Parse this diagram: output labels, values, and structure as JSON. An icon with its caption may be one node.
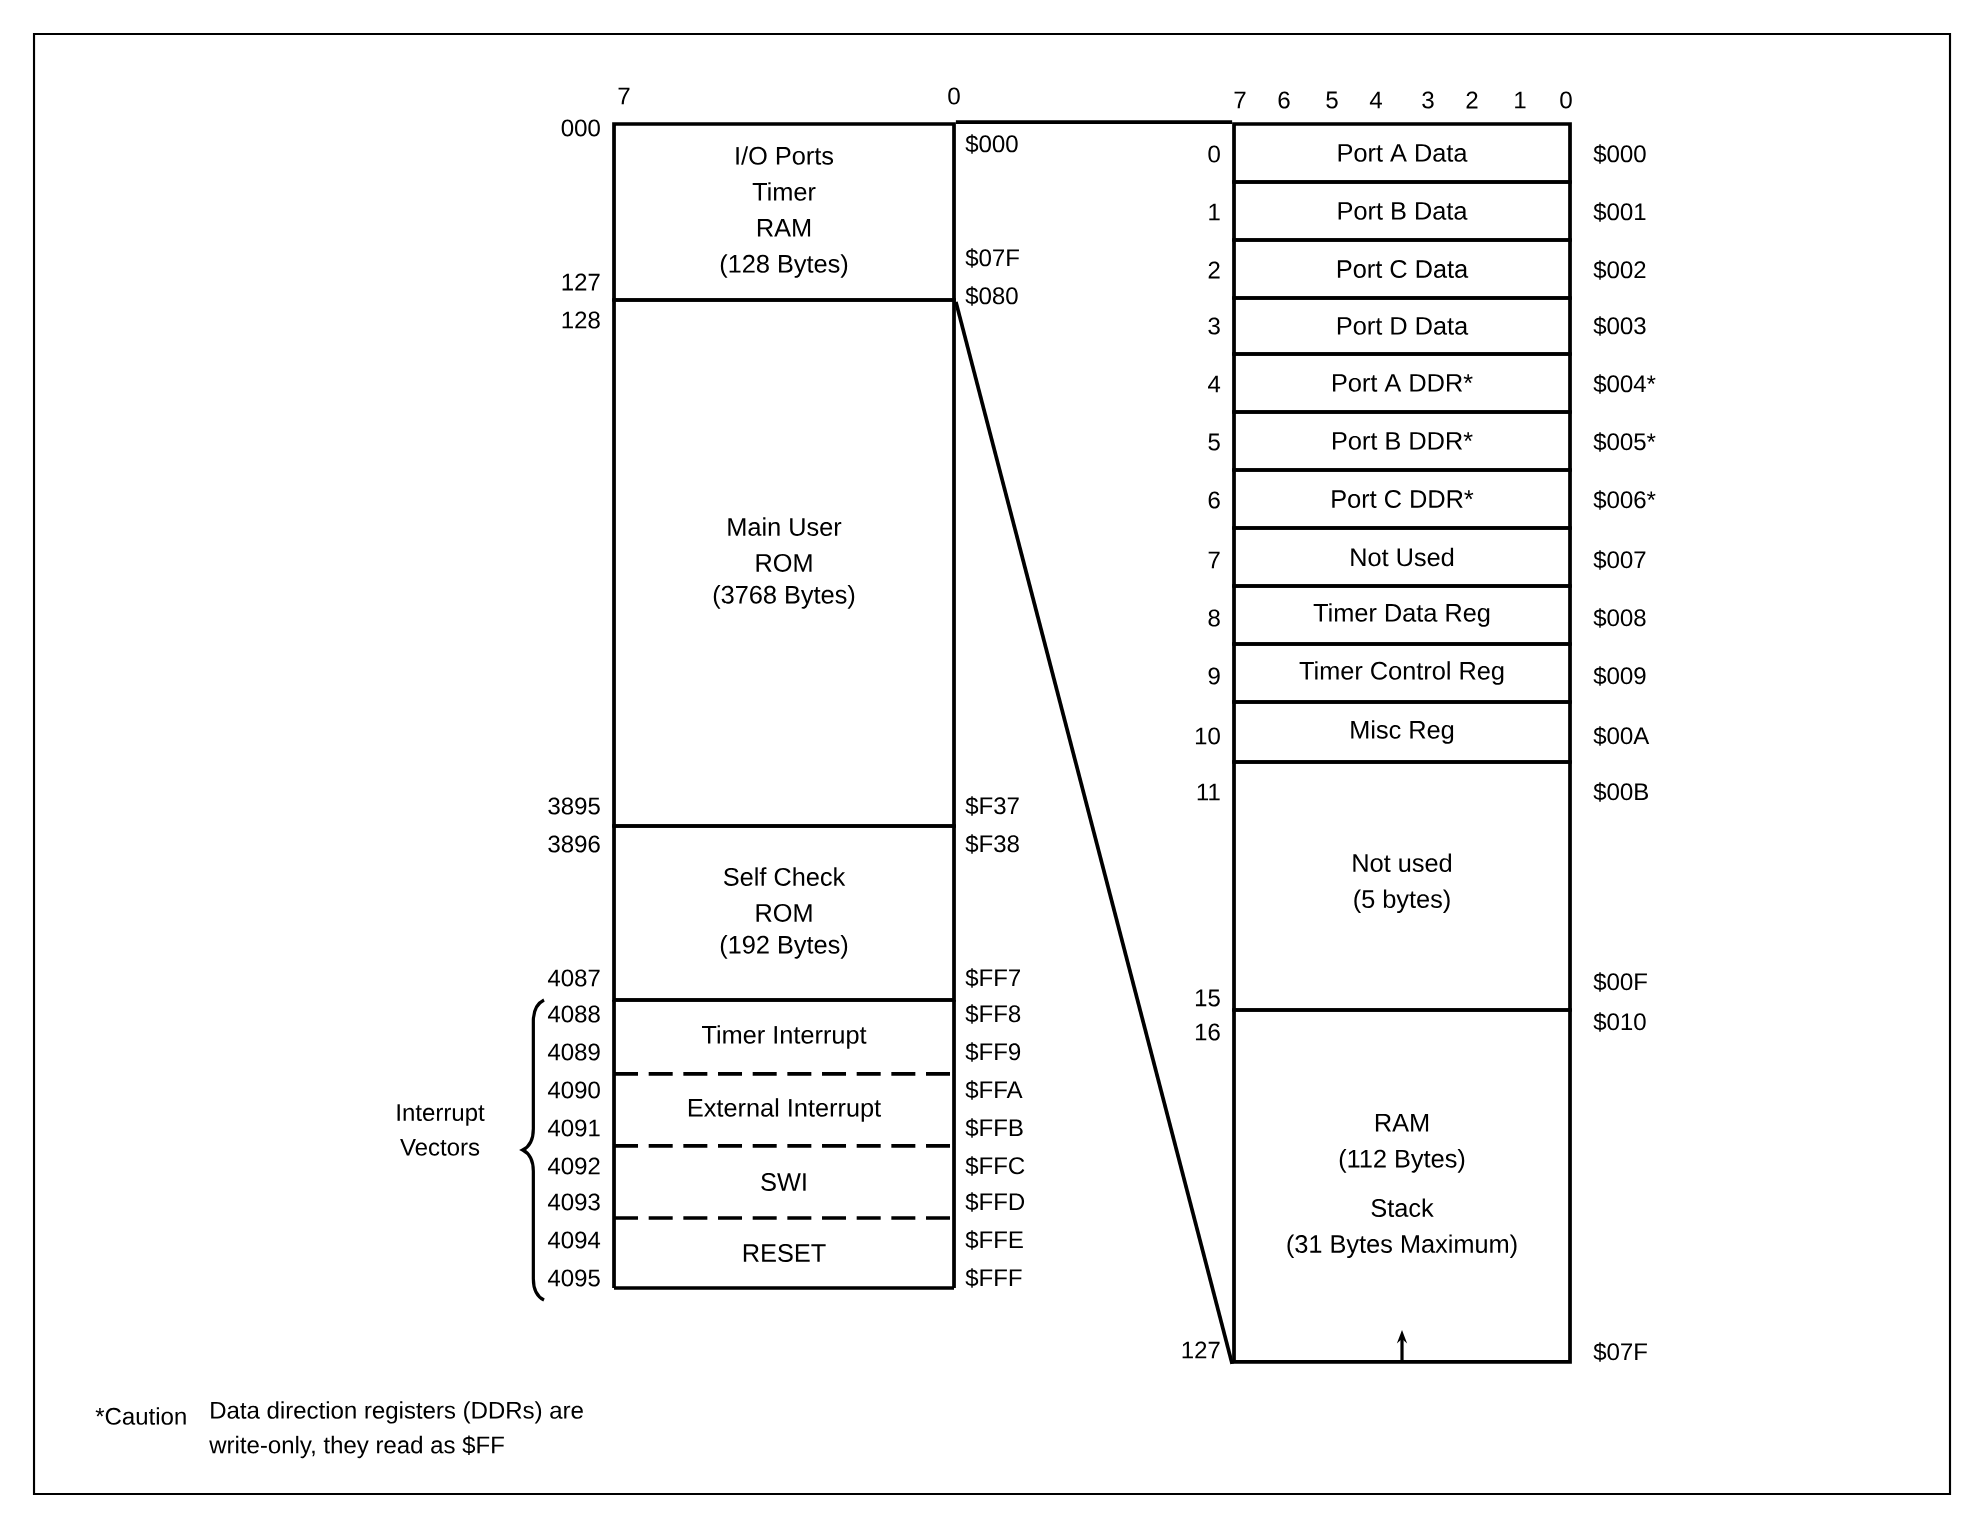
{
  "diagram": {
    "nodes": [
      {
        "text": [
          "I/O Ports",
          "Timer",
          "RAM",
          "(128 Bytes)"
        ]
      },
      {
        "text": [
          "Main User ROM",
          "(3768 Bytes)"
        ]
      },
      {
        "text": [
          "Self Check ROM",
          "(192 Bytes)"
        ]
      },
      {
        "text": [
          "Timer Interrupt"
        ]
      },
      {
        "text": [
          "External Interrupt"
        ]
      },
      {
        "text": [
          "SWI"
        ]
      },
      {
        "text": [
          "RESET"
        ]
      },
      {
        "text": [
          "Port A Data"
        ]
      },
      {
        "text": [
          "Port B Data"
        ]
      },
      {
        "text": [
          "Port C Data"
        ]
      },
      {
        "text": [
          "Port D Data"
        ]
      },
      {
        "text": [
          "Port A DDR*"
        ]
      },
      {
        "text": [
          "Port B DDR*"
        ]
      },
      {
        "text": [
          "Port C DDR*"
        ]
      },
      {
        "text": [
          "Not Used"
        ]
      },
      {
        "text": [
          "Timer Data Reg"
        ]
      },
      {
        "text": [
          "Timer Control Reg"
        ]
      },
      {
        "text": [
          "Misc Reg"
        ]
      },
      {
        "text": [
          "Not used (5 bytes)"
        ]
      },
      {
        "text": [
          "RAM",
          "(112 Bytes)",
          "Stack",
          "(31 Bytes Maximum)"
        ]
      }
    ],
    "edges": [
      {
        "from": 0,
        "to": 7,
        "arrow": "none"
      },
      {
        "from": 0,
        "to": 19,
        "arrow": "none"
      }
    ],
    "labels": [
      "7",
      "0",
      "7",
      "6",
      "5",
      "4",
      "3",
      "2",
      "1",
      "0",
      "000",
      "$000",
      "0",
      "$000",
      "1",
      "$001",
      "2",
      "$002",
      "3",
      "$003",
      "4",
      "$004*",
      "5",
      "$005*",
      "6",
      "$006*",
      "7",
      "$007",
      "8",
      "$008",
      "9",
      "$009",
      "10",
      "$00A",
      "$07F",
      "127",
      "$080",
      "128",
      "11",
      "$00B",
      "3895",
      "$F37",
      "3896",
      "$F38",
      "4087",
      "$FF7",
      "$00F",
      "15",
      "4088",
      "$FF8",
      "16",
      "$010",
      "4089",
      "$FF9",
      "4090",
      "$FFA",
      "4091",
      "$FFB",
      "Interrupt Vectors",
      "4092",
      "$FFC",
      "4093",
      "$FFD",
      "4094",
      "$FFE",
      "4095",
      "$FFF",
      "127",
      "$07F",
      "*Caution",
      "Data direction registers (DDRs) are write-only, they read as $FF"
    ]
  }
}
